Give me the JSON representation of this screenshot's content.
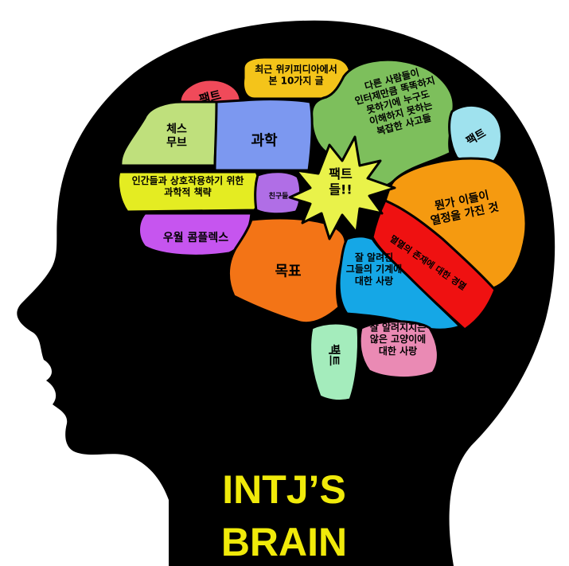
{
  "colors": {
    "background": "#ffffff",
    "head": "#000000",
    "title": "#f0ea0a",
    "region_outline": "#000000"
  },
  "regions": {
    "fact_top": {
      "lines": [
        "팩트"
      ],
      "color": "#f04a5a"
    },
    "recent_wiki": {
      "lines": [
        "최근 위키피디아에서",
        "본 10가지 글"
      ],
      "color": "#f4c41a"
    },
    "complex_thinking": {
      "lines": [
        "다른 사람들이",
        "인터제만큼 똑똑하지",
        "못하기에 누구도",
        "이해하지 못하는",
        "복잡한 사고들"
      ],
      "color": "#7dbf5c"
    },
    "fact_right": {
      "lines": [
        "팩트"
      ],
      "color": "#9fe2ee"
    },
    "chess_move": {
      "lines": [
        "체스",
        "무브"
      ],
      "color": "#bfe07c"
    },
    "science": {
      "lines": [
        "과학"
      ],
      "color": "#7c98f0"
    },
    "facts_burst": {
      "lines": [
        "팩트",
        "들!!"
      ],
      "color": "#e9f24a"
    },
    "interaction_strategy": {
      "lines": [
        "인간들과 상호작용하기 위한",
        "과학적 책략"
      ],
      "color": "#e4ec22"
    },
    "friends": {
      "lines": [
        "친구들"
      ],
      "color": "#b06ee6"
    },
    "passion_things": {
      "lines": [
        "뭔가 이들이",
        "열정을 가진 것"
      ],
      "color": "#f59a10"
    },
    "superiority_complex": {
      "lines": [
        "우월 콤플렉스"
      ],
      "color": "#c655ef"
    },
    "contempt_existence": {
      "lines": [
        "멸멸의 존재에 대한 경멸"
      ],
      "color": "#ef1111"
    },
    "goals": {
      "lines": [
        "목표"
      ],
      "color": "#f37416"
    },
    "known_machines": {
      "lines": [
        "잘 알려진",
        "그들의 기계에",
        "대한 사랑"
      ],
      "color": "#15a7e6"
    },
    "fact_bottom": {
      "lines": [
        "팩트"
      ],
      "color": "#a4ecbc"
    },
    "cats": {
      "lines": [
        "잘 알려지지는",
        "않은 고양이에",
        "대한 사랑"
      ],
      "color": "#ea8ab4"
    }
  },
  "title": {
    "line1": "INTJ’S",
    "line2": "BRAIN"
  }
}
